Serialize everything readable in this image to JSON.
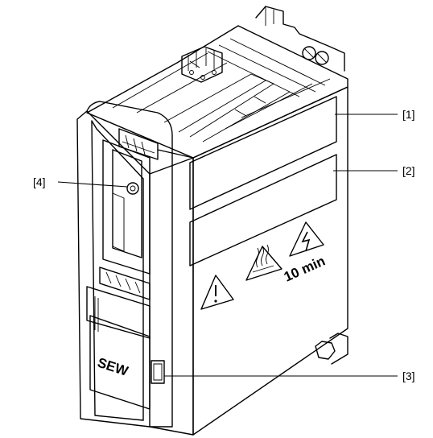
{
  "callouts": {
    "c1": "[1]",
    "c2": "[2]",
    "c3": "[3]",
    "c4": "[4]"
  },
  "warning_time": "10 min",
  "brand": "SEW"
}
